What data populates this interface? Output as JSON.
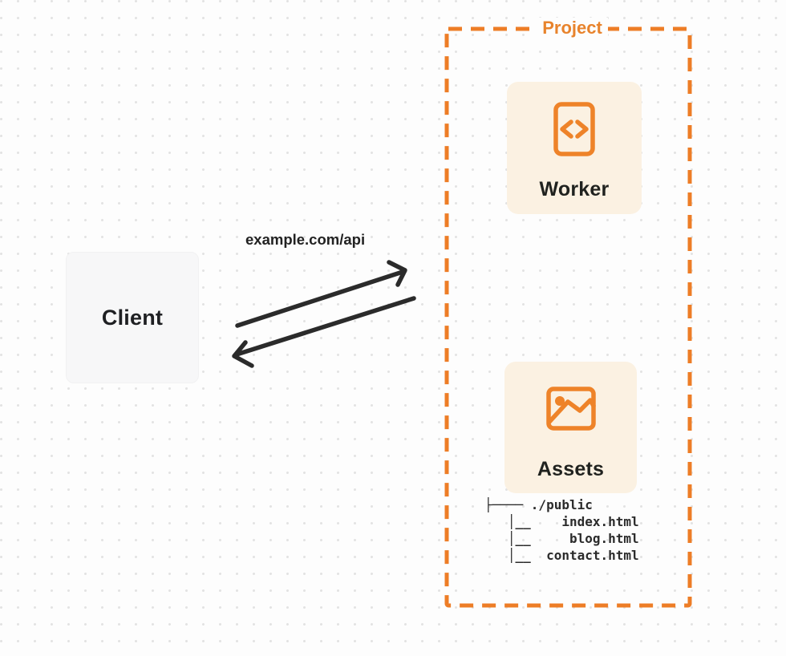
{
  "colors": {
    "background": "#FDFDFD",
    "dot_grid": "#E3E3E3",
    "accent_orange": "#ED7D26",
    "node_fill_cream": "#FBF1E2",
    "client_fill_gray": "#F7F7F8",
    "ink": "#2B2B2B"
  },
  "client": {
    "label": "Client"
  },
  "flow": {
    "request_label": "example.com/api"
  },
  "project": {
    "label": "Project",
    "worker": {
      "label": "Worker",
      "icon": "code-file-icon"
    },
    "assets": {
      "label": "Assets",
      "icon": "image-icon"
    },
    "file_tree": {
      "lines": [
        "├──── ./public",
        "   │__    index.html",
        "   │__     blog.html",
        "   │__  contact.html"
      ]
    }
  }
}
